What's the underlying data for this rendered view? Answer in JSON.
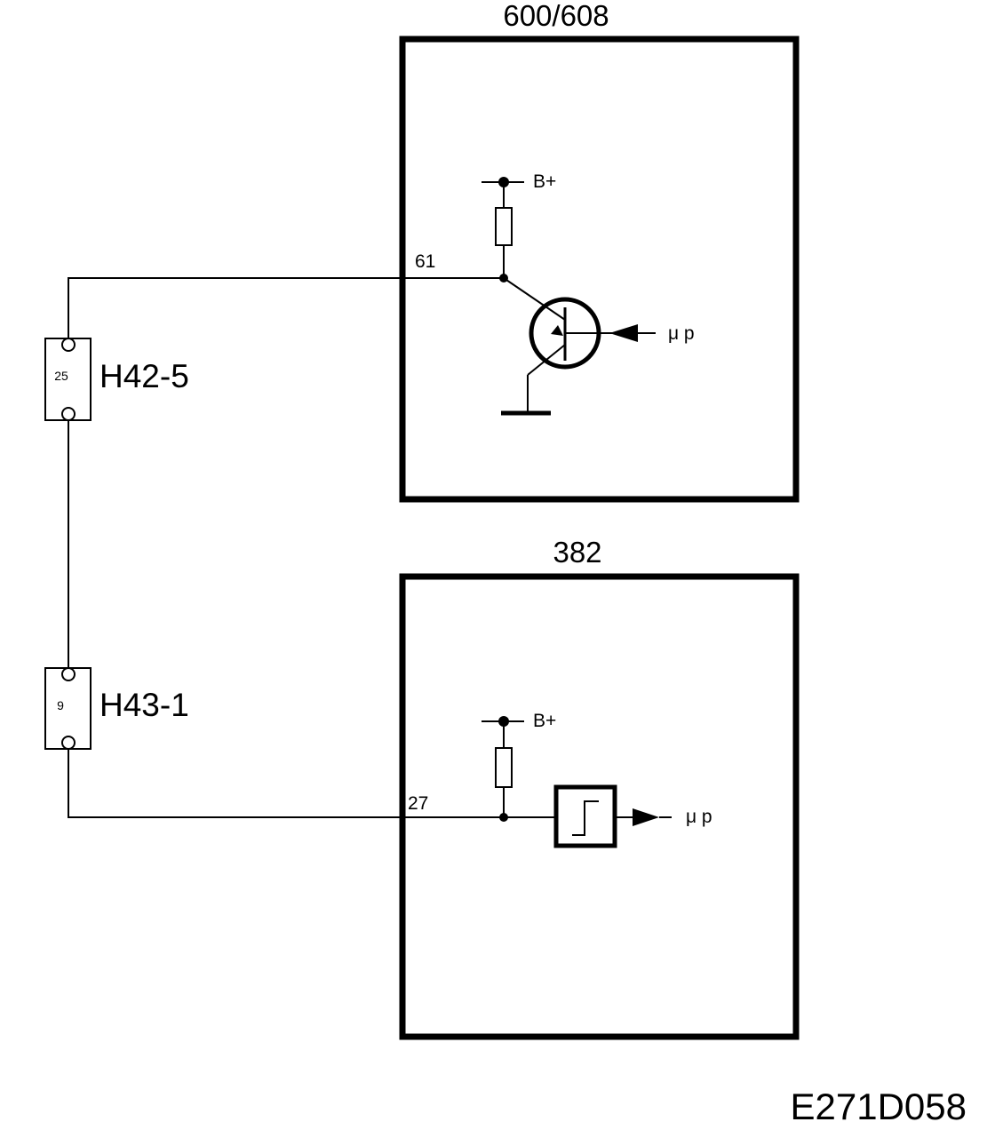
{
  "module_top": {
    "title": "600/608",
    "pin_label": "61",
    "supply_label": "B+",
    "output_label": "μ p"
  },
  "module_bottom": {
    "title": "382",
    "pin_label": "27",
    "supply_label": "B+",
    "output_label": "μ p"
  },
  "connector_top": {
    "pin_number": "25",
    "name": "H42-5"
  },
  "connector_bottom": {
    "pin_number": "9",
    "name": "H43-1"
  },
  "figure_id": "E271D058",
  "colors": {
    "line": "#000000",
    "background": "#ffffff"
  },
  "icons": {
    "transistor": "npn-transistor-icon",
    "schmitt": "schmitt-trigger-icon",
    "ground": "ground-icon",
    "resistor": "resistor-icon"
  }
}
